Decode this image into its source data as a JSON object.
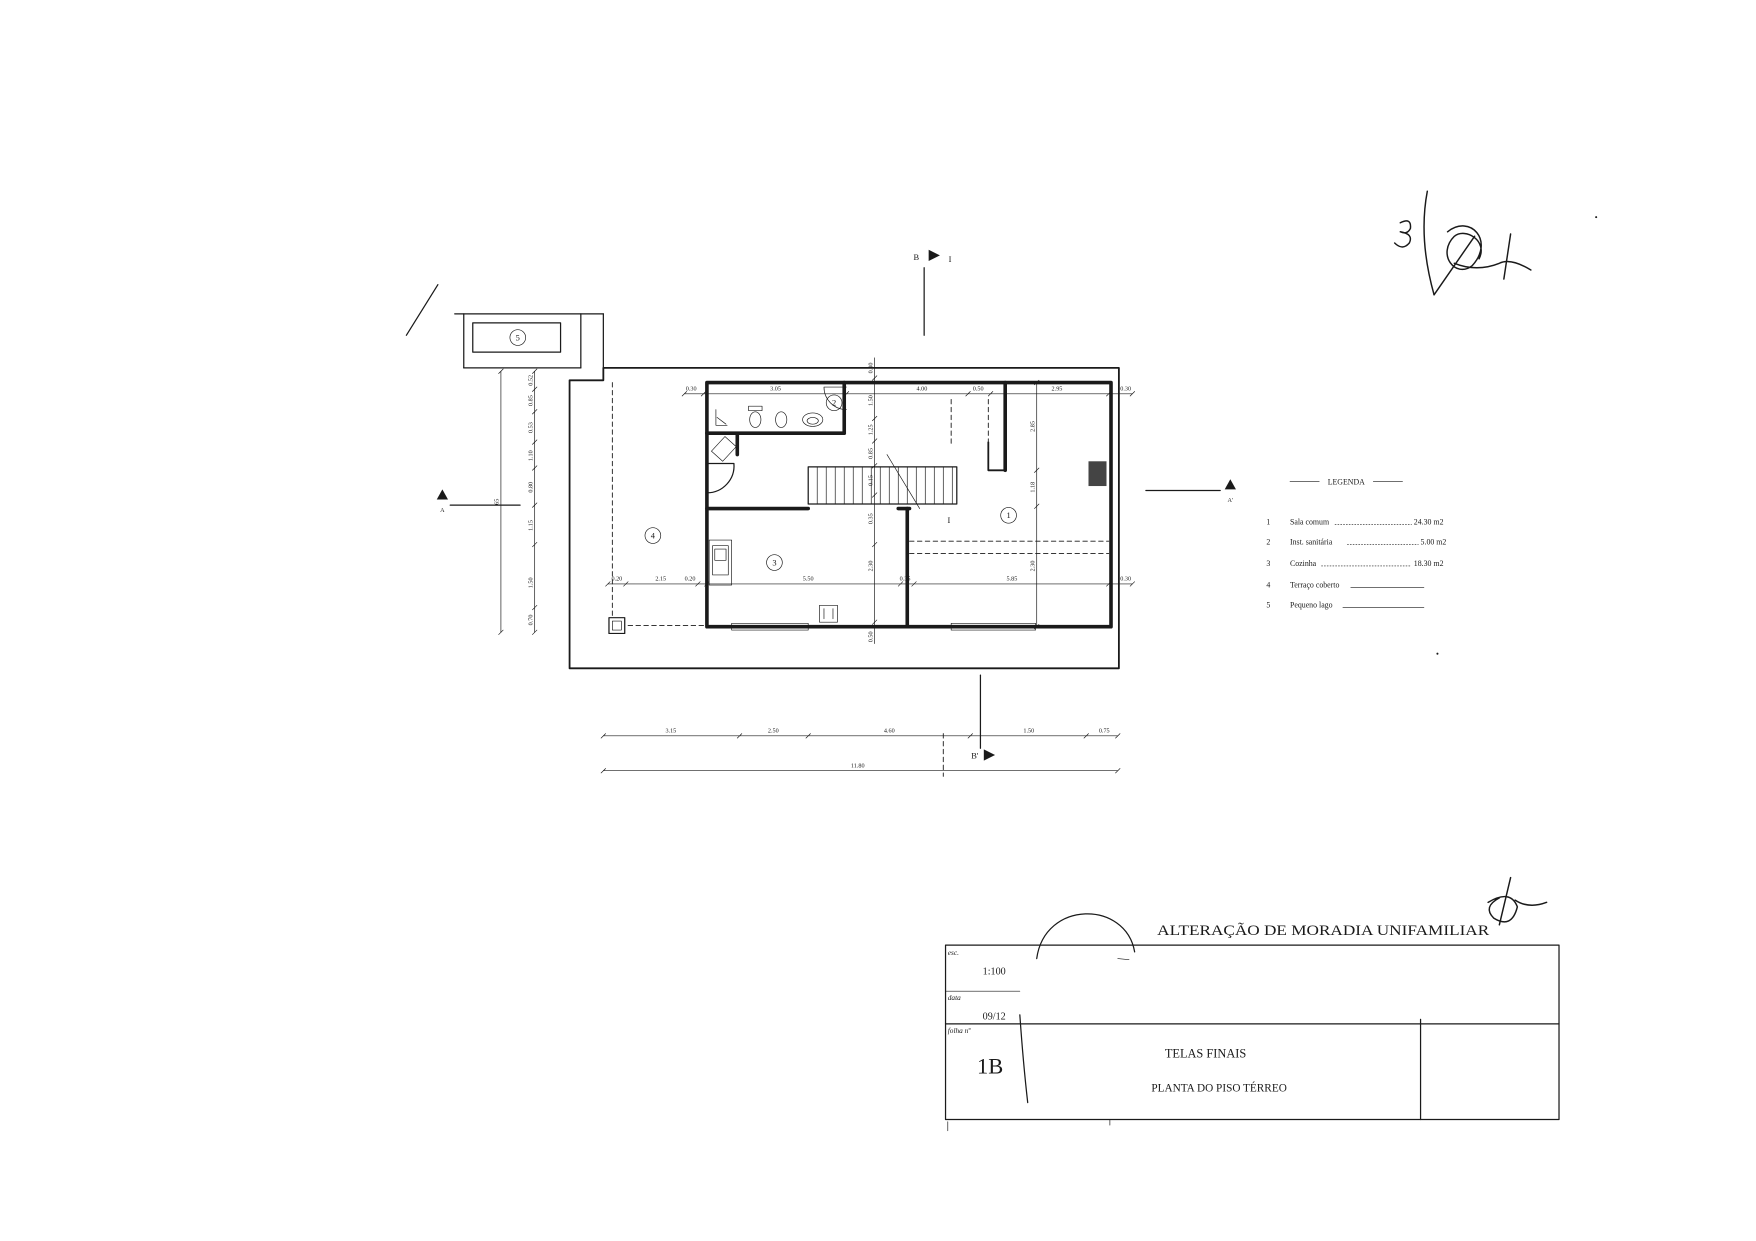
{
  "drawing": {
    "title": "ALTERAÇÃO DE MORADIA UNIFAMILIAR"
  },
  "title_block": {
    "scale_label": "esc.",
    "scale": "1:100",
    "date_label": "data",
    "date": "09/12",
    "sheet_label": "folha nº",
    "sheet": "1B",
    "heading": "TELAS FINAIS",
    "subheading": "PLANTA DO PISO TÉRREO"
  },
  "legend": {
    "heading": "LEGENDA",
    "items": [
      {
        "number": "1",
        "name": "Sala comum",
        "area": "24.30 m2"
      },
      {
        "number": "2",
        "name": "Inst. sanitária",
        "area": "5.00 m2"
      },
      {
        "number": "3",
        "name": "Cozinha",
        "area": "18.30 m2"
      },
      {
        "number": "4",
        "name": "Terraço coberto"
      },
      {
        "number": "5",
        "name": "Pequeno lago"
      }
    ]
  },
  "room_tags": [
    "1",
    "2",
    "3",
    "4",
    "5"
  ],
  "section_marks": {
    "a": "A",
    "a_prime": "A'",
    "b": "B",
    "b_prime": "B'",
    "b_side": "I"
  },
  "stair_mark": "I",
  "dimensions": {
    "top_row": [
      "0.30",
      "3.05",
      "4.00",
      "0.50",
      "2.95",
      "0.30"
    ],
    "middle_row": [
      "0.20",
      "2.15",
      "0.20",
      "5.50",
      "0.35",
      "5.85",
      "0.30"
    ],
    "center_column": [
      "0.30",
      "1.50",
      "1.25",
      "0.85",
      "0.15",
      "0.35",
      "2.30",
      "0.50"
    ],
    "right_column": [
      "2.85",
      "1.18",
      "2.30"
    ],
    "left_column": [
      "0.52",
      "0.85",
      "0.53",
      "1.10",
      "0.80",
      "1.15",
      "1.50",
      "0.70"
    ],
    "outer_left": "65",
    "bottom_row": [
      "3.15",
      "2.50",
      "4.60",
      "1.50",
      "0.75"
    ],
    "overall": "11.80"
  },
  "colors": {
    "ink": "#1a1a1a",
    "paper": "#ffffff"
  }
}
